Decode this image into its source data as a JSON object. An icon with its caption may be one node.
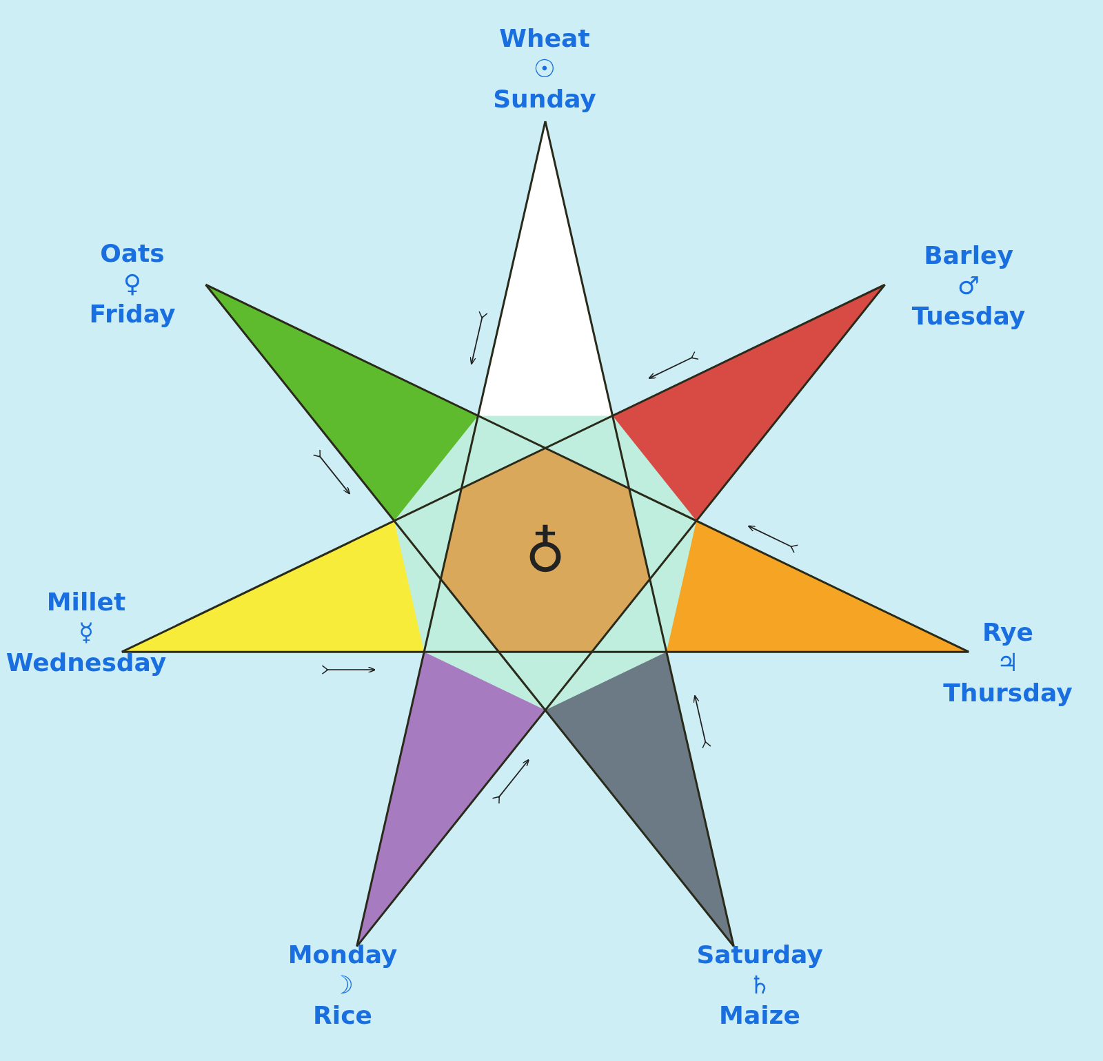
{
  "diagram": {
    "nodes": [
      {
        "text": [
          "♁"
        ]
      },
      {
        "text": [],
        "shape": "triangle",
        "beside": [
          "Wheat",
          "☉",
          "Sunday"
        ]
      },
      {
        "text": [],
        "shape": "triangle",
        "beside": [
          "Barley",
          "♂",
          "Tuesday"
        ]
      },
      {
        "text": [],
        "shape": "triangle",
        "beside": [
          "Rye",
          "♃",
          "Thursday"
        ]
      },
      {
        "text": [],
        "shape": "triangle",
        "beside": [
          "Saturday",
          "♄",
          "Maize"
        ]
      },
      {
        "text": [],
        "shape": "triangle",
        "beside": [
          "Monday",
          "☽",
          "Rice"
        ]
      },
      {
        "text": [],
        "shape": "triangle",
        "beside": [
          "Millet",
          "☿",
          "Wednesday"
        ]
      },
      {
        "text": [],
        "shape": "triangle",
        "beside": [
          "Oats",
          "♀",
          "Friday"
        ]
      }
    ]
  }
}
